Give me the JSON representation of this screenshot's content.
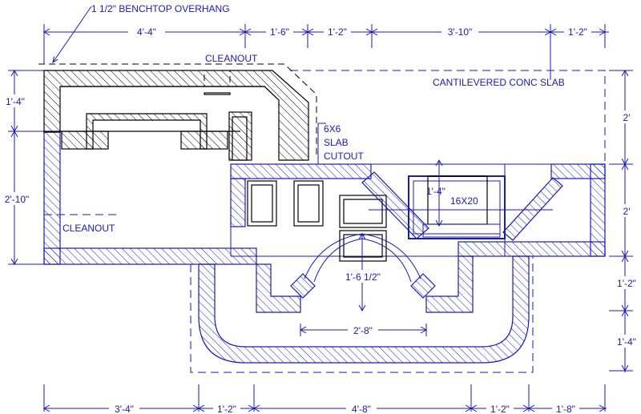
{
  "labels": {
    "overhang_note": "1 1/2\" BENCHTOP OVERHANG",
    "cleanout_top": "CLEANOUT",
    "cleanout_left": "CLEANOUT",
    "cantilevered": "CANTILEVERED CONC SLAB",
    "slab_cutout_1": "6X6",
    "slab_cutout_2": "SLAB",
    "slab_cutout_3": "CUTOUT",
    "box_16x20": "16X20"
  },
  "dimensions": {
    "top": [
      "4'-4\"",
      "1'-6\"",
      "1'-2\"",
      "3'-10\"",
      "1'-2\""
    ],
    "bottom": [
      "3'-4\"",
      "1'-2\"",
      "4'-8\"",
      "1'-2\"",
      "1'-8\""
    ],
    "left": [
      "1'-4\"",
      "2'-10\""
    ],
    "right": [
      "2'",
      "2'",
      "1'-2\"",
      "1'-4\""
    ],
    "inner_vertical_1": "1'-4\"",
    "inner_vertical_2": "1'-6 1/2\"",
    "inner_horizontal": "2'-8\""
  }
}
